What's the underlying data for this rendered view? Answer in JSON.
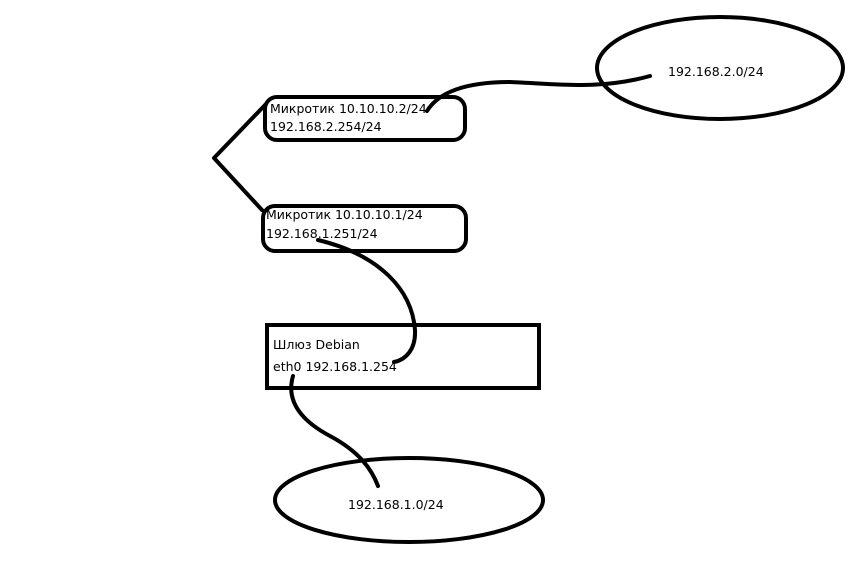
{
  "diagram": {
    "nodes": {
      "mikrotik_top": {
        "line1": "Микротик 10.10.10.2/24",
        "line2": "192.168.2.254/24"
      },
      "mikrotik_bottom": {
        "line1": "Микротик 10.10.10.1/24",
        "line2": "192.168.1.251/24"
      },
      "gateway": {
        "line1": "Шлюз Debian",
        "line2": "eth0 192.168.1.254"
      },
      "network_top": {
        "label": "192.168.2.0/24"
      },
      "network_bottom": {
        "label": "192.168.1.0/24"
      }
    },
    "colors": {
      "stroke": "#000000",
      "background": "#ffffff"
    }
  }
}
